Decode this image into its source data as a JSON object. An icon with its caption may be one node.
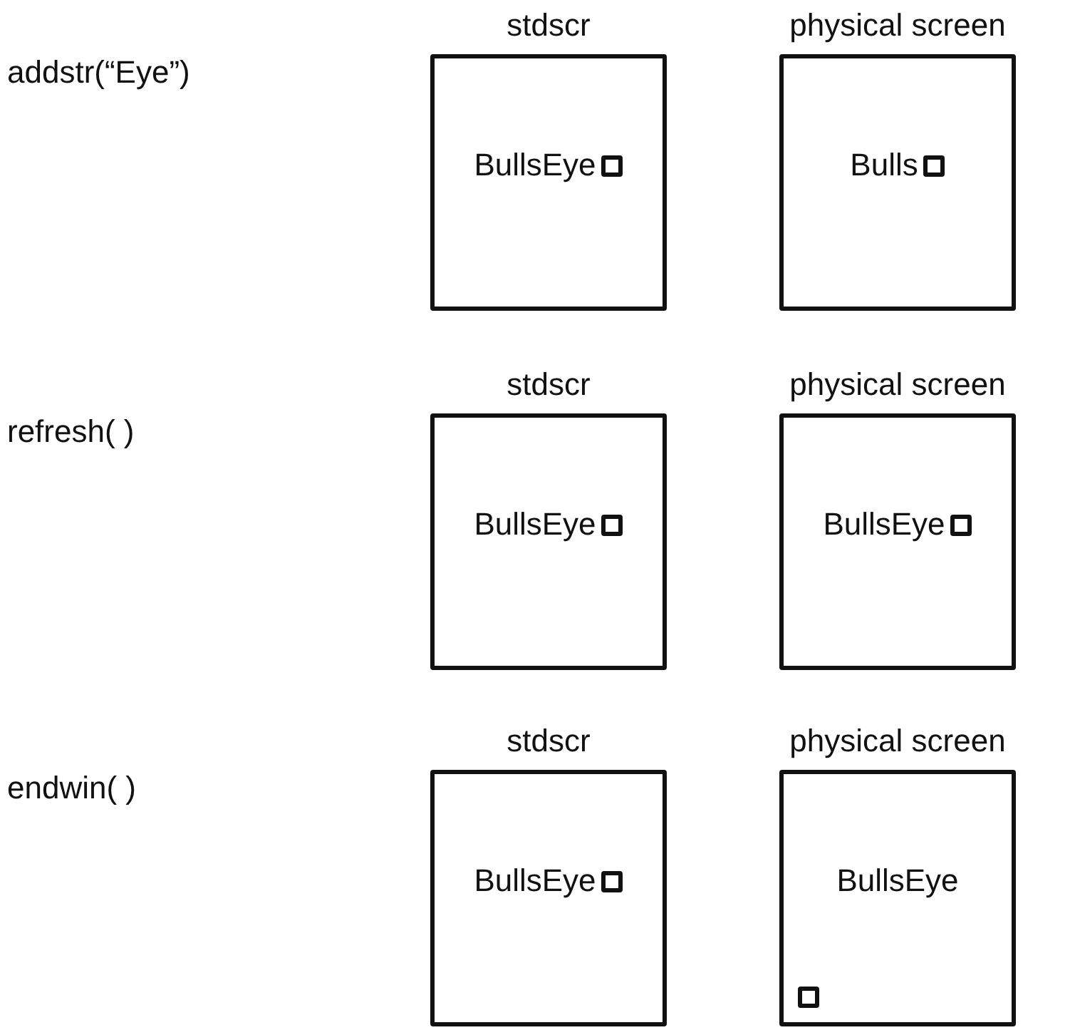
{
  "diagram": {
    "nodes": [
      {
        "text": [
          "stdscr",
          "BullsEye"
        ]
      },
      {
        "text": [
          "physical screen",
          "Bulls"
        ]
      },
      {
        "text": [
          "stdscr",
          "BullsEye"
        ]
      },
      {
        "text": [
          "physical screen",
          "BullsEye"
        ]
      },
      {
        "text": [
          "stdscr",
          "BullsEye"
        ]
      },
      {
        "text": [
          "physical screen",
          "BullsEye"
        ]
      }
    ],
    "edges": [],
    "labels": [
      "addstr(“Eye”)",
      "refresh( )",
      "endwin( )"
    ]
  }
}
